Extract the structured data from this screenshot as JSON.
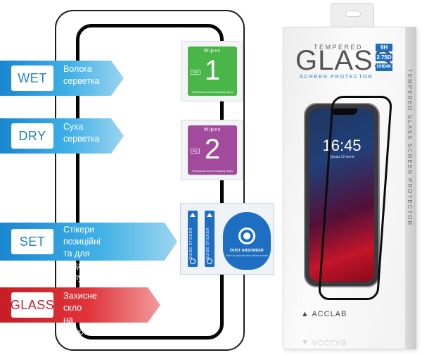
{
  "steps": [
    {
      "tag": "WET",
      "description": "Волога\nсерветка",
      "color": "#1d7fc4"
    },
    {
      "tag": "DRY",
      "description": "Суха\nсерветка",
      "color": "#1d7fc4"
    },
    {
      "tag": "SET",
      "description": "Стікери позиційні\nта для видалення\nпилу",
      "color": "#1d7fc4"
    },
    {
      "tag": "GLASS",
      "description": "Захисне скло\nна жорсткій основі",
      "color": "#c51d24"
    }
  ],
  "wipes": [
    {
      "word": "Wipes",
      "number": "1",
      "type": "Wet",
      "footer": "Professional Screen Cleaning Wipes",
      "color": "#4ab548"
    },
    {
      "word": "Wipes",
      "number": "2",
      "type": "Dry",
      "footer": "Professional Screen Cleaning Wipes",
      "color": "#a24b9c"
    }
  ],
  "stickers": {
    "guide_label": "GUIDE STICKER",
    "absorber_title": "DUST ABSORBER",
    "absorber_sub": "Use it to pick the dust off the screen"
  },
  "box": {
    "tempered": "TEMPERED",
    "glass": "GLASS",
    "screen_protector": "SCREEN PROTECTOR",
    "side_text": "TEMPERED GLASS SCREEN PROTECTOR",
    "specs": [
      "9H",
      "2.75D",
      "UHD4K"
    ],
    "brand": "ACCLAB",
    "phone_time": "16:45",
    "phone_date": "Среда 12 июня"
  }
}
